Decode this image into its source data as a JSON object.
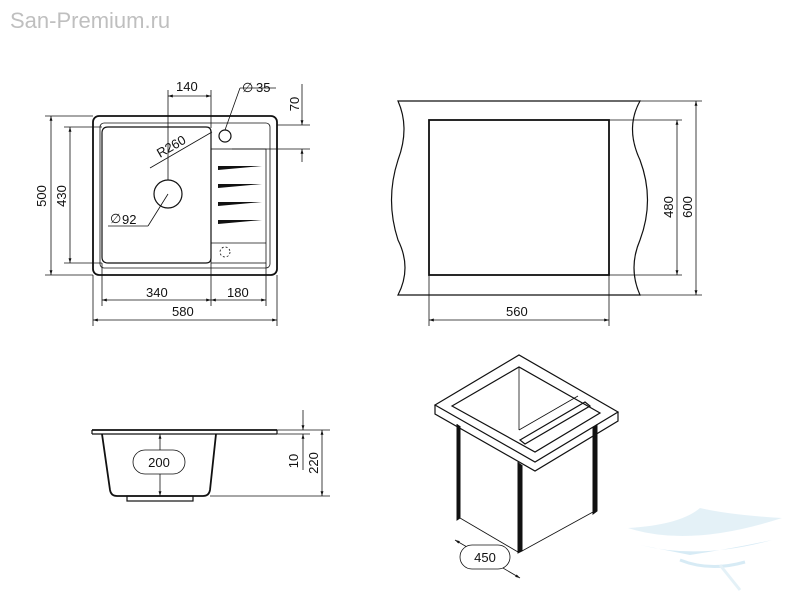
{
  "watermark": "San-Premium.ru",
  "top_view": {
    "dim_140": "140",
    "dim_35": "35",
    "dim_70": "70",
    "dim_r260": "R260",
    "dim_500": "500",
    "dim_430": "430",
    "dim_92": "92",
    "dim_340": "340",
    "dim_180": "180",
    "dim_580": "580"
  },
  "cutout_view": {
    "dim_480": "480",
    "dim_600": "600",
    "dim_560": "560"
  },
  "side_view": {
    "dim_200": "200",
    "dim_10": "10",
    "dim_220": "220"
  },
  "iso_view": {
    "dim_450": "450"
  }
}
